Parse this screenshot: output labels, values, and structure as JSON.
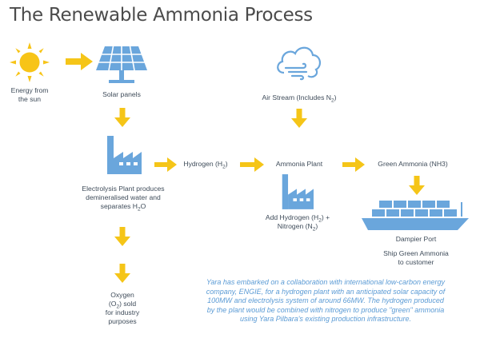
{
  "title": "The Renewable Ammonia Process",
  "colors": {
    "arrow": "#f5c518",
    "icon_blue": "#6aa6dc",
    "sun": "#f7c417",
    "text": "#3f4c5a",
    "note": "#5b9bd5"
  },
  "nodes": {
    "sun": {
      "icon": "sun-icon",
      "label": [
        "Energy from",
        "the sun"
      ]
    },
    "solar": {
      "icon": "solar-panel-icon",
      "label": [
        "Solar panels"
      ]
    },
    "air": {
      "icon": "cloud-wind-icon",
      "label": [
        "Air Stream (Includes N",
        "2",
        ")"
      ]
    },
    "electrolysis": {
      "icon": "factory-icon",
      "label": [
        "Electrolysis Plant produces",
        "demineralised water and",
        "separates H",
        "2",
        "O"
      ]
    },
    "hydrogen": {
      "label": [
        "Hydrogen (H",
        "2",
        ")"
      ]
    },
    "ammonia": {
      "label": [
        "Ammonia Plant"
      ]
    },
    "green_ammonia": {
      "label": [
        "Green Ammonia (NH3)"
      ]
    },
    "add_hydrogen": {
      "icon": "factory-icon",
      "label": [
        "Add Hydrogen (H",
        "2",
        ") +",
        "Nitrogen (N",
        "2",
        ")"
      ]
    },
    "ship": {
      "icon": "cargo-ship-icon",
      "label": [
        "Dampier Port"
      ],
      "sublabel": [
        "Ship Green Ammonia",
        "to customer"
      ]
    },
    "oxygen": {
      "label": [
        "Oxygen",
        "(O",
        "2",
        ") sold",
        "for industry",
        "purposes"
      ]
    }
  },
  "note": [
    "Yara has embarked on a collaboration with international low-carbon energy",
    "company, ENGIE, for a hydrogen plant with an anticipated solar capacity of",
    "100MW and electrolysis system of around 66MW. The hydrogen produced",
    "by the plant would be combined with nitrogen to produce \"green\" ammonia",
    "using Yara Pilbara's existing production infrastructure."
  ]
}
